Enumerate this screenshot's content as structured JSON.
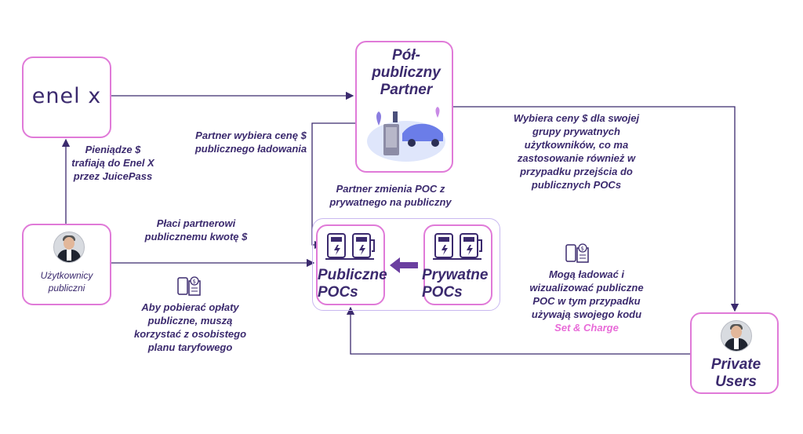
{
  "enel_logo": {
    "text": "enel x"
  },
  "semi_public_partner": {
    "title": "Pół-publiczny Partner"
  },
  "private_users": {
    "title": "Private Users"
  },
  "public_users": {
    "title": "Użytkownicy publiczni"
  },
  "public_pocs": {
    "title": "Publiczne POCs"
  },
  "private_pocs": {
    "title": "Prywatne POCs"
  },
  "notes": {
    "money_flow": "Pieniądze $ trafiają do Enel X przez JuicePass",
    "partner_price": "Partner wybiera cenę $ publicznego ładowania",
    "partner_switch": "Partner zmienia POC z prywatnego na publiczny",
    "pays_partner": "Płaci partnerowi publicznemu kwotę $",
    "public_fee": "Aby pobierać opłaty publiczne, muszą korzystać z osobistego planu taryfowego",
    "private_price": "Wybiera ceny $ dla swojej grupy prywatnych użytkowników, co ma zastosowanie również w przypadku przejścia do publicznych POCs",
    "set_charge_main": "Mogą ładować i wizualizować publiczne POC w tym przypadku używają swojego kodu",
    "set_charge_highlight": "Set & Charge"
  },
  "colors": {
    "box_border": "#e07ad8",
    "text": "#3b2a6e",
    "arrow": "#3b2a6e",
    "highlight": "#e86bd8",
    "group_border": "#c9b8f0"
  }
}
